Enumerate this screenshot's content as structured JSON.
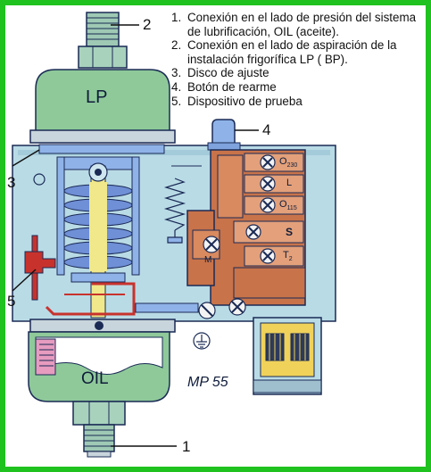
{
  "labels": {
    "lp": "LP",
    "oil": "OIL",
    "model": "MP 55",
    "o230": "O",
    "o230_sub": "230",
    "l": "L",
    "o115": "O",
    "o115_sub": "115",
    "s": "S",
    "t": "T",
    "t_sub": "2",
    "m": "M"
  },
  "callouts": [
    "1",
    "2",
    "3",
    "4",
    "5"
  ],
  "legend": [
    {
      "num": "1.",
      "text": "Conexión en el lado de presión del sistema de lubrificación, OIL (aceite)."
    },
    {
      "num": "2.",
      "text": "Conexión en el lado de aspiración de la instalación frigorífica LP ( BP)."
    },
    {
      "num": "3.",
      "text": "Disco de ajuste"
    },
    {
      "num": "4.",
      "text": "Botón de rearme"
    },
    {
      "num": "5.",
      "text": "Dispositivo de prueba"
    }
  ],
  "colors": {
    "border": "#1fc21f",
    "housing": "#b9dbe6",
    "bellows_green": "#8fc99a",
    "spring_blue": "#6f8fd6",
    "yellow": "#f0e88a",
    "terminal_block": "#c8734a",
    "outline": "#1a2a55",
    "red": "#c8322c",
    "pink": "#e79bbf"
  }
}
